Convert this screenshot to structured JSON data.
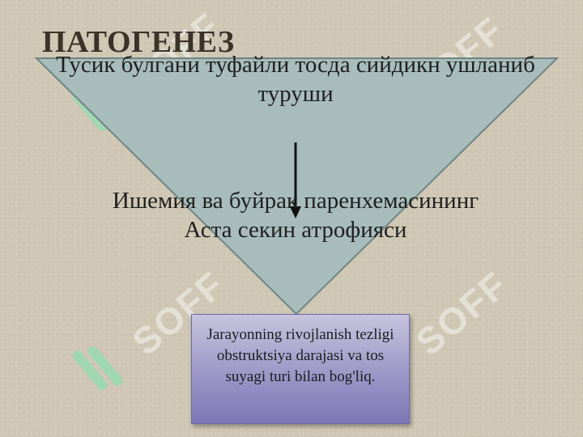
{
  "slide": {
    "title": "ПАТОГЕНЕЗ",
    "step1": "Тусик булгани туфайли тосда сийдикн ушланиб туруши",
    "step2": "Ишемия ва буйрак паренхемасининг Аста секин атрофияси",
    "box": "Jarayonning rivojlanish tezligi obstruktsiya darajasi va tos suyagi turi bilan bog'liq.",
    "watermark": "SOFF"
  },
  "colors": {
    "background": "#cfc6b4",
    "triangle_fill": "#a8bcbc",
    "triangle_stroke": "#6e8585",
    "box_fill": "#9c97c7",
    "arrow": "#111111",
    "title": "#3b3328"
  },
  "icons": [
    "arrow-down-icon",
    "watermark-logo-icon"
  ]
}
